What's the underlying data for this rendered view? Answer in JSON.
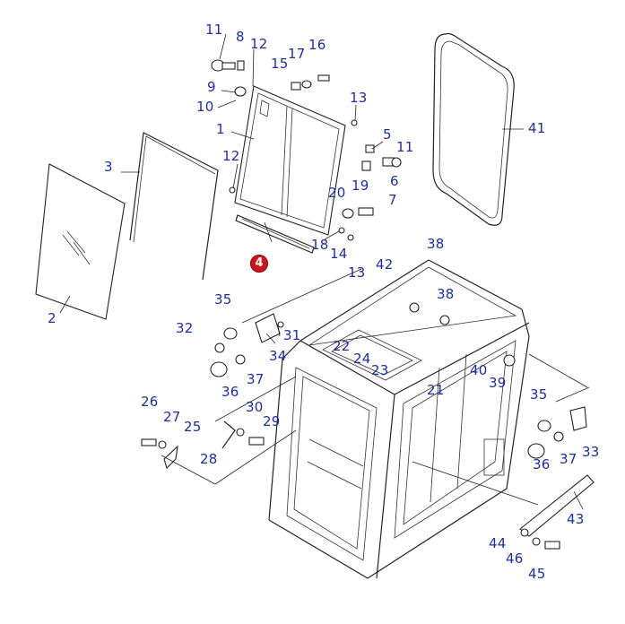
{
  "diagram": {
    "highlighted_part": "4",
    "highlight_color": "#c8181e",
    "callout_color": "#1f2f9a",
    "callouts": [
      "11",
      "8",
      "12",
      "17",
      "16",
      "15",
      "9",
      "10",
      "13",
      "1",
      "5",
      "11",
      "6",
      "12",
      "20",
      "19",
      "7",
      "3",
      "18",
      "14",
      "13",
      "41",
      "2",
      "38",
      "42",
      "38",
      "35",
      "32",
      "31",
      "34",
      "22",
      "24",
      "23",
      "40",
      "39",
      "36",
      "37",
      "21",
      "30",
      "26",
      "27",
      "25",
      "29",
      "28",
      "35",
      "33",
      "36",
      "37",
      "43",
      "44",
      "46",
      "45"
    ]
  }
}
